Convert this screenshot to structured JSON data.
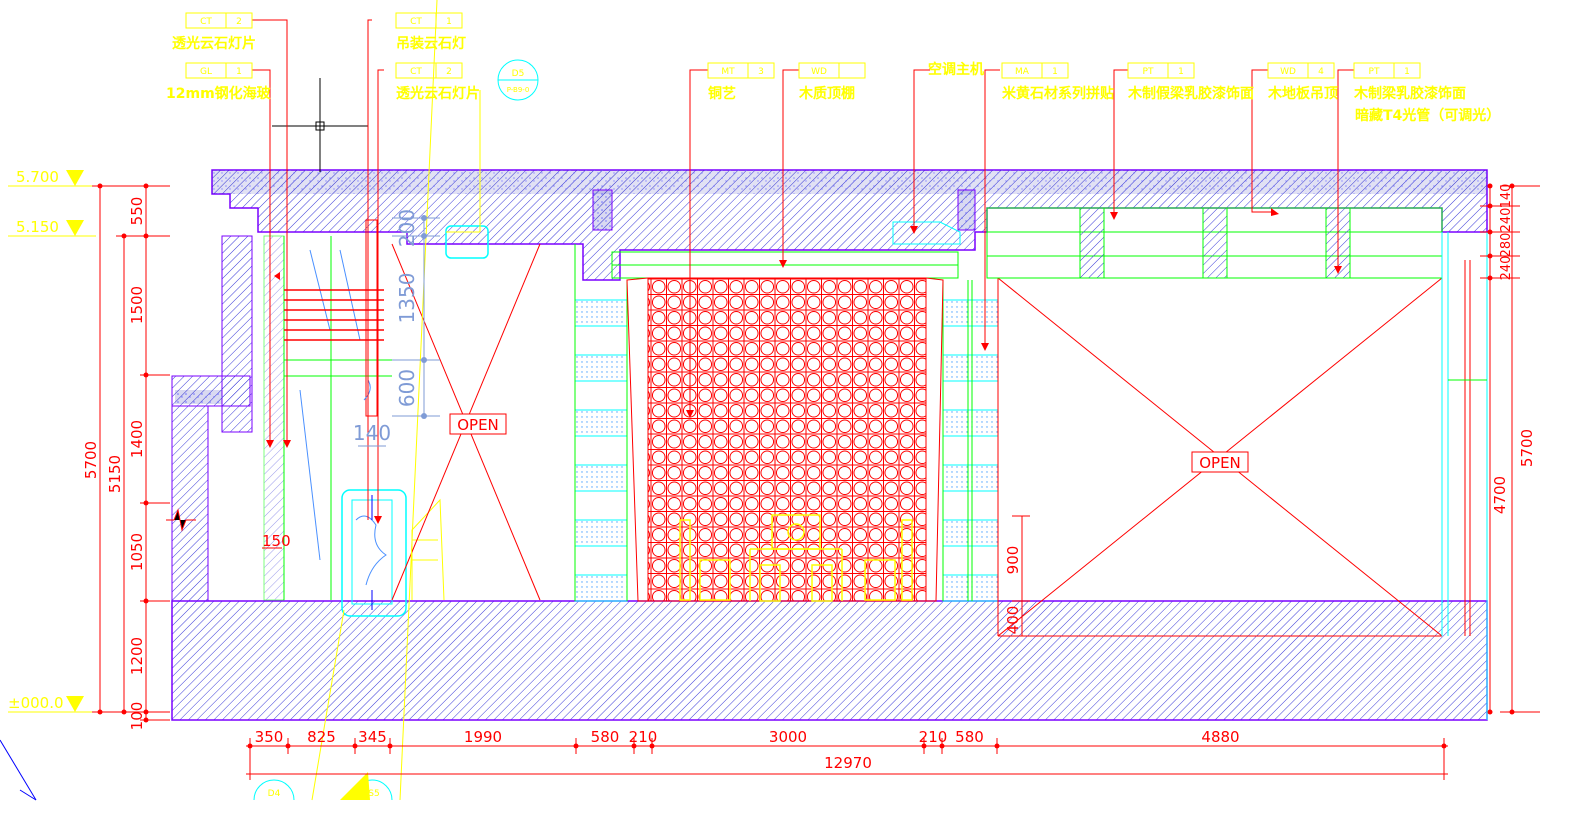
{
  "material_tags": [
    {
      "code": "CT",
      "num": "2",
      "label": "透光云石灯片"
    },
    {
      "code": "GL",
      "num": "1",
      "label": "12mm钢化海玻"
    },
    {
      "code": "CT",
      "num": "1",
      "label": "吊装云石灯"
    },
    {
      "code": "CT",
      "num": "2",
      "label": "透光云石灯片"
    },
    {
      "code": "MT",
      "num": "3",
      "label": "铜艺"
    },
    {
      "code": "WD",
      "num": "",
      "label": "木质顶棚"
    },
    {
      "code": "MA",
      "num": "1",
      "label": "米黄石材系列拼贴"
    },
    {
      "code": "PT",
      "num": "1",
      "label": "木制假梁乳胶漆饰面"
    },
    {
      "code": "WD",
      "num": "4",
      "label": "木地板吊顶"
    },
    {
      "code": "PT",
      "num": "1",
      "label": "木制梁乳胶漆饰面"
    }
  ],
  "extra_labels": {
    "aircon": "空调主机",
    "hidden_light": "暗藏T4光管（可调光）"
  },
  "detail_marks": [
    {
      "top": "D5",
      "bottom": "P-B9-0"
    },
    {
      "top": "D4",
      "bottom": ""
    },
    {
      "top": "S5",
      "bottom": ""
    }
  ],
  "levels": [
    "5.700",
    "5.150",
    "±000.0"
  ],
  "left_dims_total": [
    "5700",
    "5150"
  ],
  "left_dims_segments": [
    "100",
    "1200",
    "1050",
    "1400",
    "1500",
    "550"
  ],
  "right_dims": [
    "5700",
    "4700",
    "240",
    "280",
    "240",
    "140"
  ],
  "blue_dims": [
    "200",
    "1350",
    "600",
    "140"
  ],
  "red_small_dims": [
    "150",
    "900",
    "400"
  ],
  "bottom_dims": [
    "350",
    "825",
    "345",
    "1990",
    "580",
    "210",
    "3000",
    "210",
    "580",
    "4880"
  ],
  "bottom_total": "12970",
  "open_labels": [
    "OPEN",
    "OPEN"
  ]
}
